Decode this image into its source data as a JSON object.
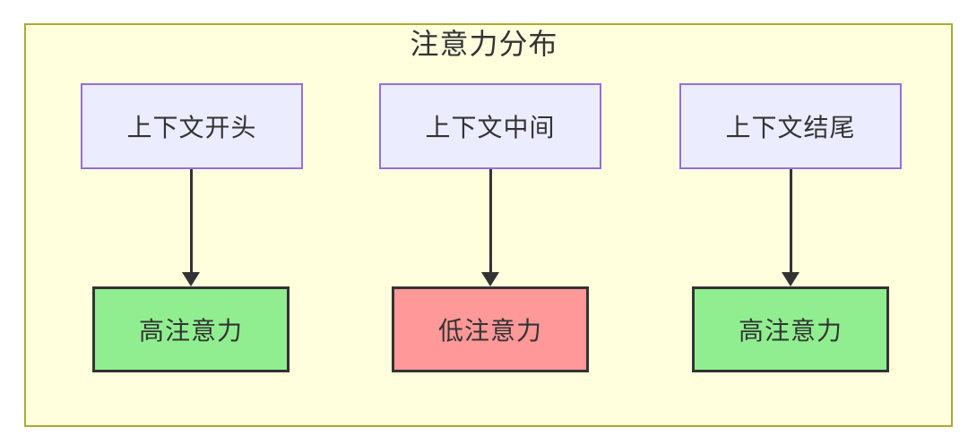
{
  "diagram": {
    "title": "注意力分布",
    "columns": [
      {
        "id": "context-start",
        "source_label": "上下文开头",
        "target_label": "高注意力",
        "target_level": "high"
      },
      {
        "id": "context-middle",
        "source_label": "上下文中间",
        "target_label": "低注意力",
        "target_level": "low"
      },
      {
        "id": "context-end",
        "source_label": "上下文结尾",
        "target_label": "高注意力",
        "target_level": "high"
      }
    ],
    "colors": {
      "cluster_fill": "#FFFFDE",
      "cluster_border": "#AAAA33",
      "context_node_fill": "#ECECFF",
      "context_node_border": "#9370DB",
      "high_attention_fill": "#90EE90",
      "low_attention_fill": "#FF9898",
      "attention_node_border": "#333333",
      "edge": "#333333",
      "text": "#333333"
    }
  }
}
